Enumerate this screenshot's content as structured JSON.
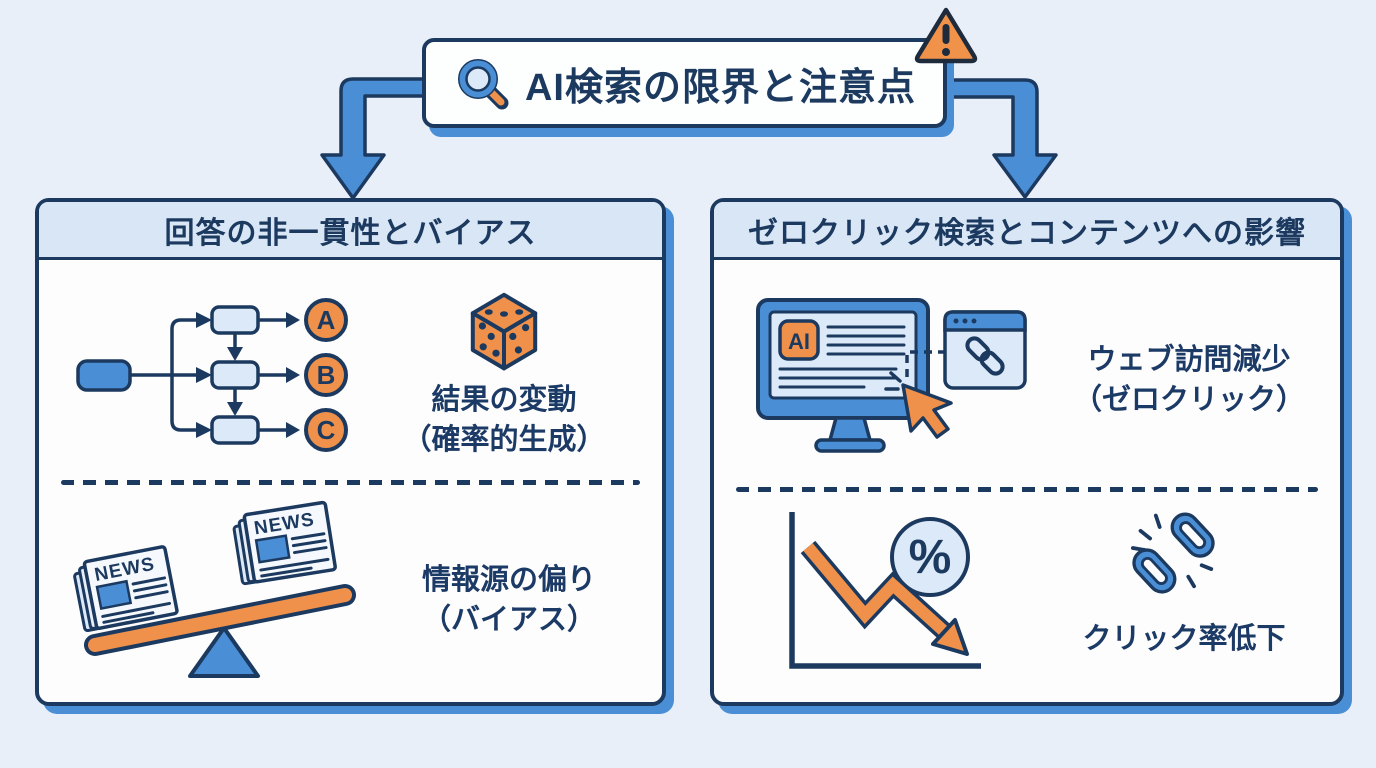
{
  "meta": {
    "type": "infographic",
    "language": "ja"
  },
  "colors": {
    "background": "#e9eff8",
    "navy": "#1c3a5f",
    "blue": "#4a8fd6",
    "light_blue": "#d9e6f6",
    "orange": "#f0914b",
    "panel_bg": "#fdfdfe"
  },
  "title_bar": {
    "title": "AI検索の限界と注意点"
  },
  "left_panel": {
    "header": "回答の非一貫性とバイアス",
    "flowchart_outputs": [
      "A",
      "B",
      "C"
    ],
    "news_label": "NEWS",
    "variation": {
      "line1": "結果の変動",
      "line2": "（確率的生成）"
    },
    "bias": {
      "line1": "情報源の偏り",
      "line2": "（バイアス）"
    }
  },
  "right_panel": {
    "header": "ゼロクリック検索とコンテンツへの影響",
    "ai_badge": "AI",
    "percent_symbol": "%",
    "zero_click": {
      "line1": "ウェブ訪問減少",
      "line2": "（ゼロクリック）"
    },
    "ctr": {
      "label": "クリック率低下"
    }
  }
}
